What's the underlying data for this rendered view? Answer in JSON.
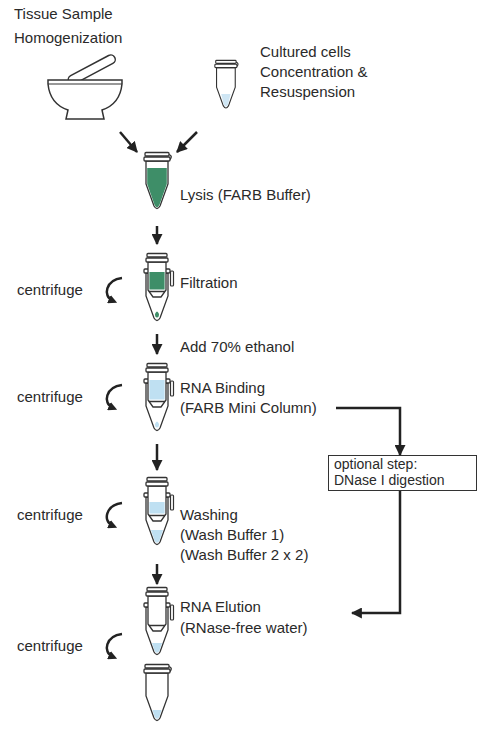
{
  "diagram": {
    "nodes": [
      {
        "text": [
          "Tissue Sample Homogenization"
        ]
      },
      {
        "text": [
          "Cultured cells Concentration & Resuspension"
        ]
      },
      {
        "text": [
          "Lysis (FARB Buffer)"
        ]
      },
      {
        "text": [
          "Filtration"
        ]
      },
      {
        "text": [
          "RNA Binding",
          "(FARB Mini Column)"
        ]
      },
      {
        "text": [
          "optional step:",
          "DNase I digestion"
        ]
      },
      {
        "text": [
          "Washing",
          "(Wash Buffer 1)",
          "(Wash Buffer 2 x 2)"
        ]
      },
      {
        "text": [
          "RNA Elution",
          "(RNase-free water)"
        ]
      }
    ],
    "edges": [
      {
        "from": 0,
        "to": 2,
        "arrow": "to"
      },
      {
        "from": 1,
        "to": 2,
        "arrow": "to"
      },
      {
        "from": 2,
        "to": 3,
        "arrow": "to"
      },
      {
        "from": 3,
        "to": 4,
        "arrow": "to",
        "label": "Add 70% ethanol"
      },
      {
        "from": 4,
        "to": 6,
        "arrow": "to"
      },
      {
        "from": 6,
        "to": 7,
        "arrow": "to"
      },
      {
        "from": 4,
        "to": 5,
        "arrow": "to"
      },
      {
        "from": 5,
        "to": 7,
        "arrow": "to"
      }
    ],
    "labels": [
      "centrifuge",
      "centrifuge",
      "centrifuge",
      "centrifuge"
    ]
  }
}
